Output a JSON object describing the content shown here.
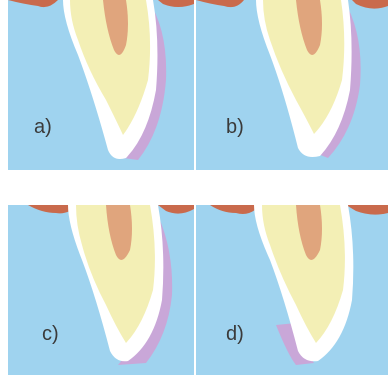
{
  "figure": {
    "panels": [
      {
        "label": "a)"
      },
      {
        "label": "b)"
      },
      {
        "label": "c)"
      },
      {
        "label": "d)"
      }
    ]
  },
  "colors": {
    "background": "#9fd3ef",
    "gum": "#c96a4c",
    "enamel": "#ffffff",
    "dentin": "#f3efb5",
    "pulp": "#e0a57d",
    "crack": "#c9a7d8"
  }
}
